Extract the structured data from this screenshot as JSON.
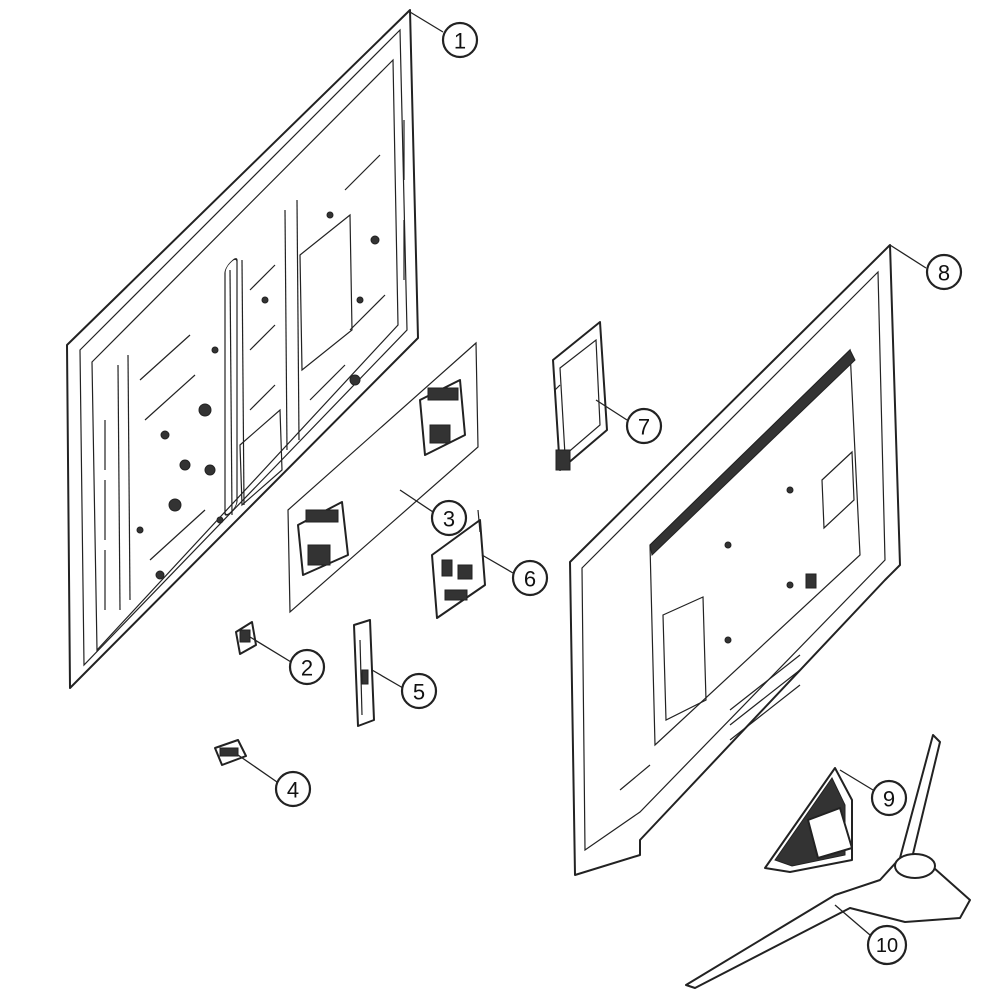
{
  "callouts": [
    {
      "id": "c1",
      "label": "1"
    },
    {
      "id": "c2",
      "label": "2"
    },
    {
      "id": "c3",
      "label": "3"
    },
    {
      "id": "c4",
      "label": "4"
    },
    {
      "id": "c5",
      "label": "5"
    },
    {
      "id": "c6",
      "label": "6"
    },
    {
      "id": "c7",
      "label": "7"
    },
    {
      "id": "c8",
      "label": "8"
    },
    {
      "id": "c9",
      "label": "9"
    },
    {
      "id": "c10",
      "label": "10"
    }
  ],
  "colors": {
    "line": "#222222",
    "background": "#ffffff"
  }
}
